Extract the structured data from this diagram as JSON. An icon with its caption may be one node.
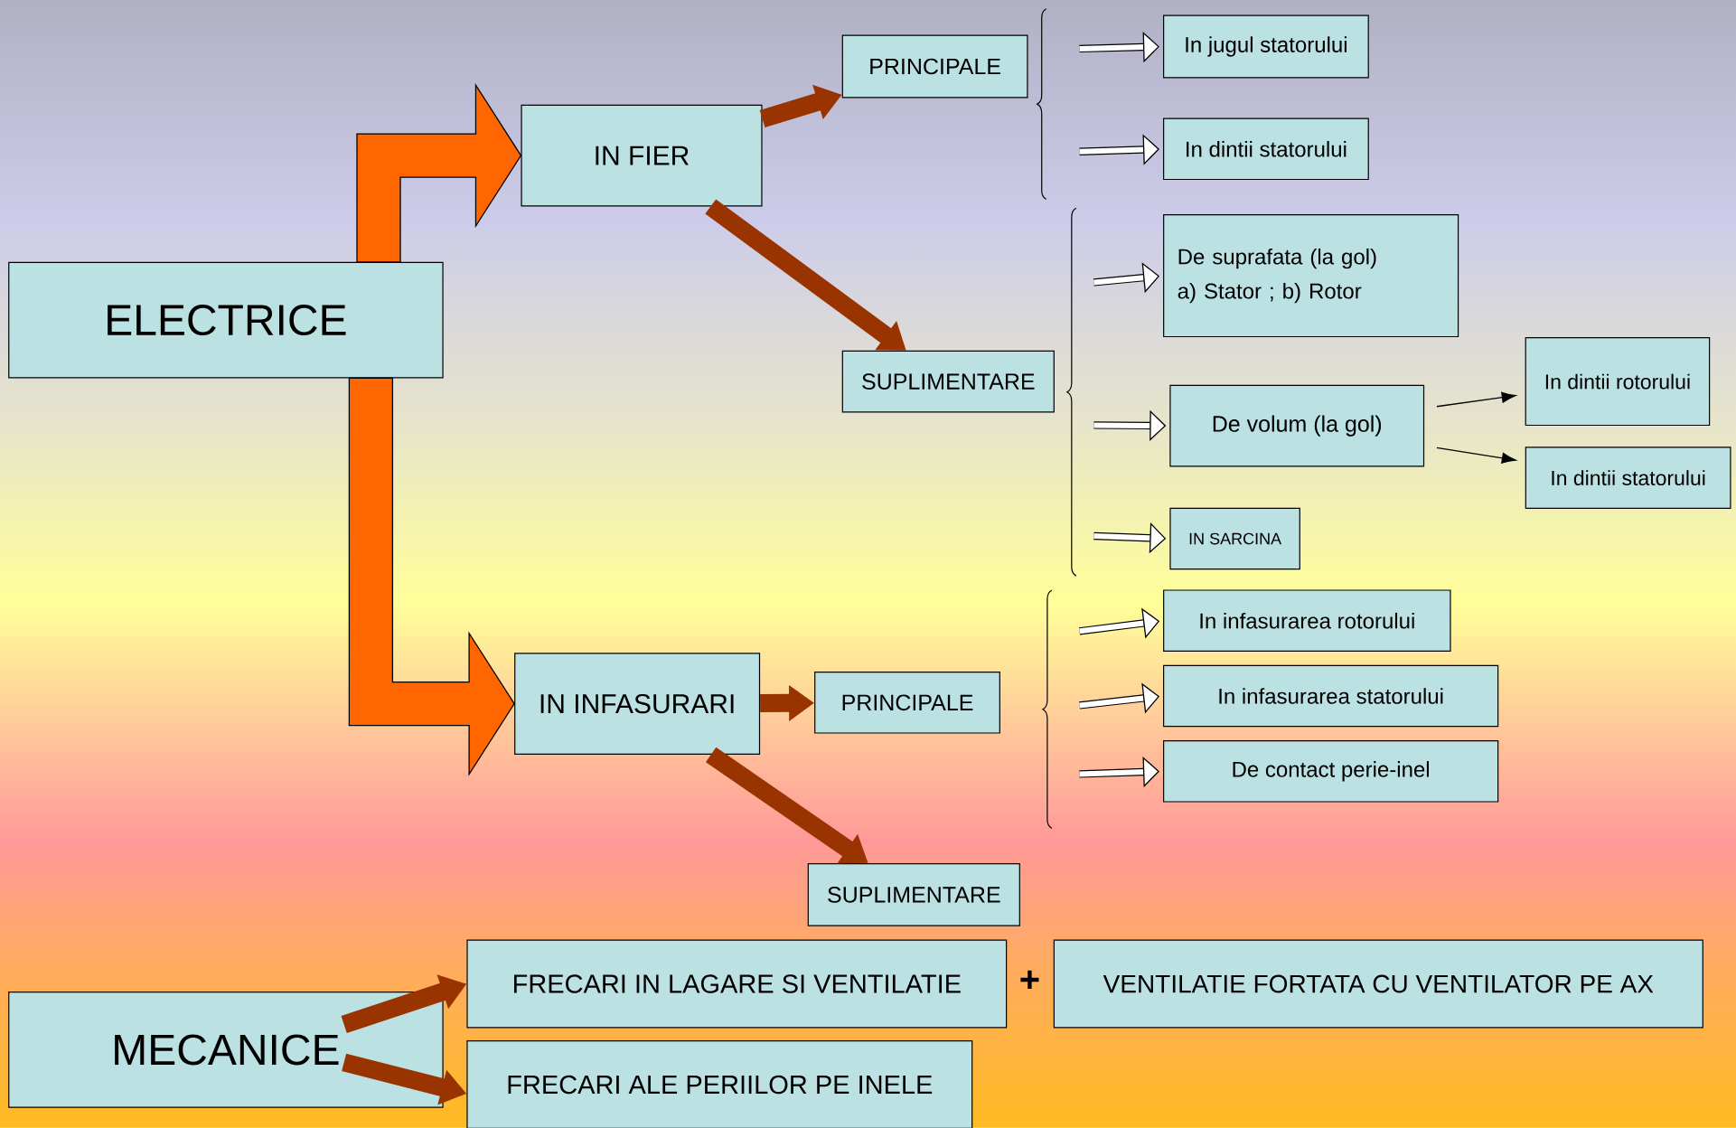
{
  "diagram": {
    "nodes": [
      {
        "text": [
          "ELECTRICE"
        ]
      },
      {
        "text": [
          "IN FIER"
        ]
      },
      {
        "text": [
          "PRINCIPALE"
        ]
      },
      {
        "text": [
          "In jugul statorului"
        ]
      },
      {
        "text": [
          "In dintii statorului"
        ]
      },
      {
        "text": [
          "SUPLIMENTARE"
        ]
      },
      {
        "text": [
          "De suprafata (la gol)",
          "a) Stator ; b) Rotor"
        ]
      },
      {
        "text": [
          "De volum (la gol)"
        ]
      },
      {
        "text": [
          "In dintii rotorului"
        ]
      },
      {
        "text": [
          "In dintii statorului"
        ]
      },
      {
        "text": [
          "IN SARCINA"
        ]
      },
      {
        "text": [
          "IN INFASURARI"
        ]
      },
      {
        "text": [
          "PRINCIPALE"
        ]
      },
      {
        "text": [
          "SUPLIMENTARE"
        ]
      },
      {
        "text": [
          "In infasurarea rotorului"
        ]
      },
      {
        "text": [
          "In infasurarea statorului"
        ]
      },
      {
        "text": [
          "De contact perie-inel"
        ]
      },
      {
        "text": [
          "MECANICE"
        ]
      },
      {
        "text": [
          "FRECARI IN LAGARE SI VENTILATIE"
        ]
      },
      {
        "text": [
          "VENTILATIE FORTATA CU VENTILATOR PE AX"
        ]
      },
      {
        "text": [
          "FRECARI ALE PERIILOR PE INELE"
        ]
      }
    ],
    "edges": [
      {
        "from": 0,
        "to": 1,
        "arrow": "to",
        "style": "thick",
        "color": "#ff6600"
      },
      {
        "from": 0,
        "to": 11,
        "arrow": "to",
        "style": "thick",
        "color": "#ff6600"
      },
      {
        "from": 1,
        "to": 2,
        "arrow": "to",
        "style": "thick",
        "color": "#993300"
      },
      {
        "from": 1,
        "to": 5,
        "arrow": "to",
        "style": "thick",
        "color": "#993300"
      },
      {
        "from": null,
        "to": 3,
        "arrow": "to"
      },
      {
        "from": null,
        "to": 4,
        "arrow": "to"
      },
      {
        "from": null,
        "to": 6,
        "arrow": "to"
      },
      {
        "from": null,
        "to": 7,
        "arrow": "to"
      },
      {
        "from": null,
        "to": 10,
        "arrow": "to"
      },
      {
        "from": 7,
        "to": 8,
        "arrow": "to"
      },
      {
        "from": 7,
        "to": 9,
        "arrow": "to"
      },
      {
        "from": 11,
        "to": 12,
        "arrow": "to",
        "style": "thick",
        "color": "#993300"
      },
      {
        "from": 11,
        "to": 13,
        "arrow": "to",
        "style": "thick",
        "color": "#993300"
      },
      {
        "from": null,
        "to": 14,
        "arrow": "to"
      },
      {
        "from": null,
        "to": 15,
        "arrow": "to"
      },
      {
        "from": null,
        "to": 16,
        "arrow": "to"
      },
      {
        "from": 17,
        "to": 18,
        "arrow": "to",
        "style": "thick",
        "color": "#993300"
      },
      {
        "from": 17,
        "to": 20,
        "arrow": "to",
        "style": "thick",
        "color": "#993300"
      }
    ],
    "labels": [
      "+"
    ]
  }
}
